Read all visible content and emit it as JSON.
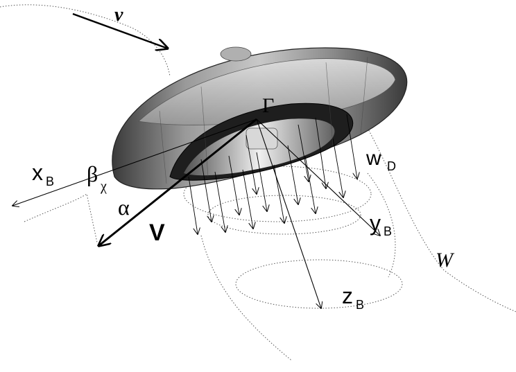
{
  "labels": {
    "v_small": "v",
    "Gamma": "Γ",
    "w": "w",
    "w_sub": "D",
    "x": "x",
    "x_sub": "B",
    "beta": "β",
    "beta_sub": "χ",
    "alpha": "α",
    "V_big": "V",
    "y": "y",
    "y_sub": "B",
    "z": "z",
    "z_sub": "B",
    "W": "W"
  }
}
